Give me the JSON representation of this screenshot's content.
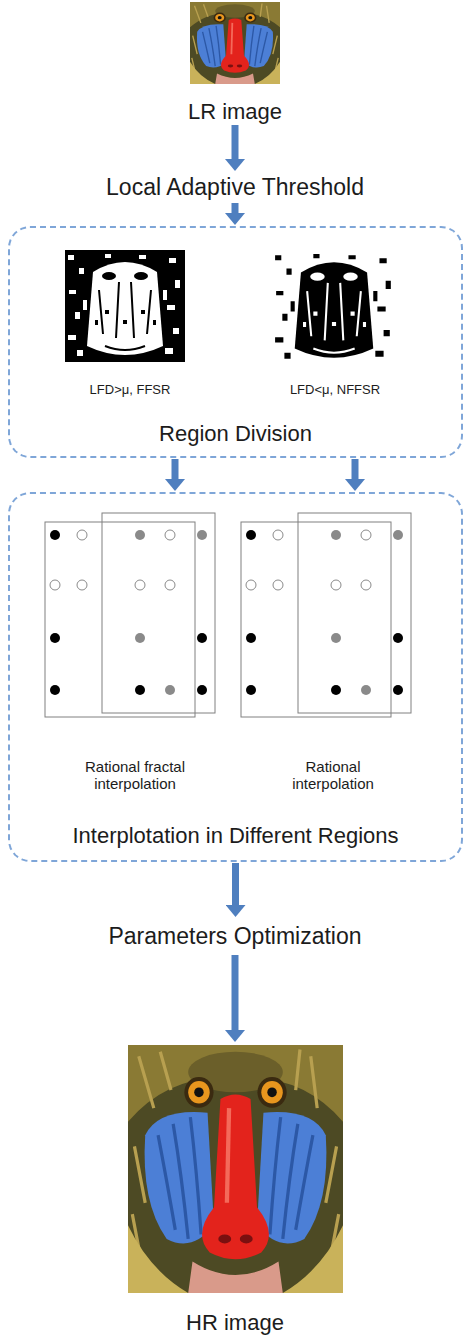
{
  "diagram": {
    "nodes": [
      {
        "text": [
          "LR image"
        ]
      },
      {
        "text": [
          "Local Adaptive Threshold"
        ]
      },
      {
        "text": [
          "Region Division"
        ]
      },
      {
        "text": [
          "LFD>μ, FFSR"
        ],
        "in": 2
      },
      {
        "text": [
          "LFD<μ, NFFSR"
        ],
        "in": 2
      },
      {
        "text": [
          "Interplotation in Different Regions"
        ]
      },
      {
        "text": [
          "Rational fractal interpolation"
        ],
        "in": 5
      },
      {
        "text": [
          "Rational interpolation"
        ],
        "in": 5
      },
      {
        "text": [
          "Parameters Optimization"
        ]
      },
      {
        "text": [
          "HR image"
        ]
      }
    ],
    "edges": [
      {
        "from": 0,
        "to": 1,
        "arrow": "to"
      },
      {
        "from": 1,
        "to": 2,
        "arrow": "to"
      },
      {
        "from": 2,
        "to": 5,
        "arrow": "to"
      },
      {
        "from": 2,
        "to": 5,
        "arrow": "to"
      },
      {
        "from": 5,
        "to": 8,
        "arrow": "to"
      },
      {
        "from": 8,
        "to": 9,
        "arrow": "to"
      }
    ]
  }
}
